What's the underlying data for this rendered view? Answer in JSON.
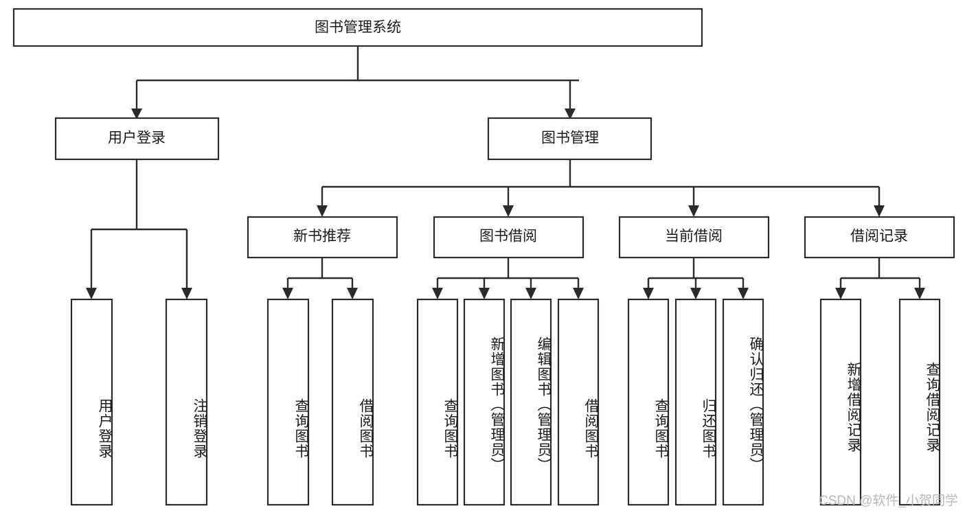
{
  "diagram": {
    "title": "图书管理系统",
    "type": "tree-hierarchy-diagram",
    "colors": {
      "background": "#ffffff",
      "box_fill": "#ffffff",
      "box_stroke": "#2b2b2b",
      "connector": "#2b2b2b",
      "text": "#1a1a1a",
      "watermark": "#b8b8b8"
    },
    "watermark": "CSDN @软件_小贺同学",
    "levels": {
      "root": {
        "label": "图书管理系统"
      },
      "level2": [
        {
          "id": "user-login",
          "label": "用户登录"
        },
        {
          "id": "book-management",
          "label": "图书管理"
        }
      ],
      "level3": [
        {
          "id": "new-book-recommend",
          "label": "新书推荐",
          "parent": "book-management"
        },
        {
          "id": "book-borrow",
          "label": "图书借阅",
          "parent": "book-management"
        },
        {
          "id": "current-borrow",
          "label": "当前借阅",
          "parent": "book-management"
        },
        {
          "id": "borrow-record",
          "label": "借阅记录",
          "parent": "book-management"
        }
      ],
      "leaves": [
        {
          "id": "leaf-user-login",
          "label": "用户登录",
          "parent": "user-login"
        },
        {
          "id": "leaf-logout-login",
          "label": "注销登录",
          "parent": "user-login"
        },
        {
          "id": "leaf-query-book-1",
          "label": "查询图书",
          "parent": "new-book-recommend"
        },
        {
          "id": "leaf-borrow-book-1",
          "label": "借阅图书",
          "parent": "new-book-recommend"
        },
        {
          "id": "leaf-query-book-2",
          "label": "查询图书",
          "parent": "book-borrow"
        },
        {
          "id": "leaf-add-book",
          "label": "新增图书（管理员）",
          "parent": "book-borrow"
        },
        {
          "id": "leaf-edit-book",
          "label": "编辑图书（管理员）",
          "parent": "book-borrow"
        },
        {
          "id": "leaf-borrow-book-2",
          "label": "借阅图书",
          "parent": "book-borrow"
        },
        {
          "id": "leaf-query-book-3",
          "label": "查询图书",
          "parent": "current-borrow"
        },
        {
          "id": "leaf-return-book",
          "label": "归还图书",
          "parent": "current-borrow"
        },
        {
          "id": "leaf-confirm-return",
          "label": "确认归还（管理员）",
          "parent": "current-borrow"
        },
        {
          "id": "leaf-add-record",
          "label": "新增借阅记录",
          "parent": "borrow-record"
        },
        {
          "id": "leaf-query-record",
          "label": "查询借阅记录",
          "parent": "borrow-record"
        }
      ]
    }
  }
}
